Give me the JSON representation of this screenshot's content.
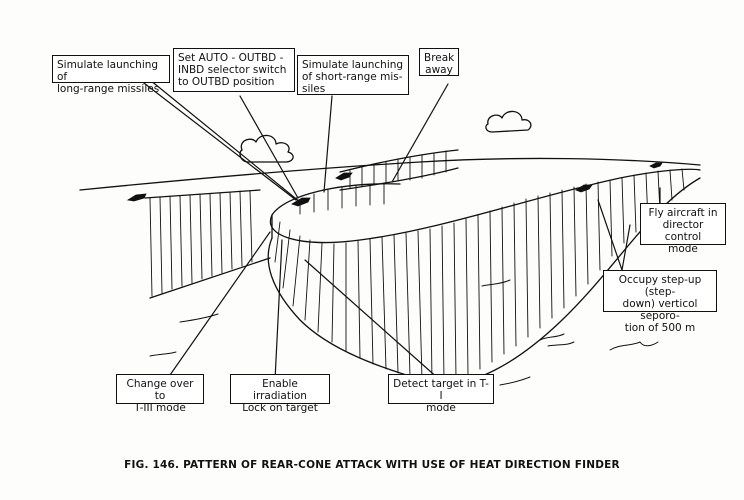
{
  "callouts": {
    "simulate_long_range": "Simulate launching of\nlong-range missiles",
    "set_auto_outbd": "Set AUTO - OUTBD -\nINBD selector switch\nto OUTBD position",
    "simulate_short_range": "Simulate launching\nof short-range mis-\nsiles",
    "break_away": "Break\naway",
    "fly_aircraft": "Fly aircraft in\ndirector control\nmode",
    "occupy_step_up": "Occupy step-up (step-\ndown) verticol seporo-\ntion of 500 m",
    "change_over": "Change over to\nT-III mode",
    "enable_irradiation": "Enable irradiation\nLock on target",
    "detect_target": "Detect target in T-I\nmode"
  },
  "caption": "FIG. 146. PATTERN OF REAR-CONE ATTACK WITH USE OF HEAT DIRECTION FINDER"
}
